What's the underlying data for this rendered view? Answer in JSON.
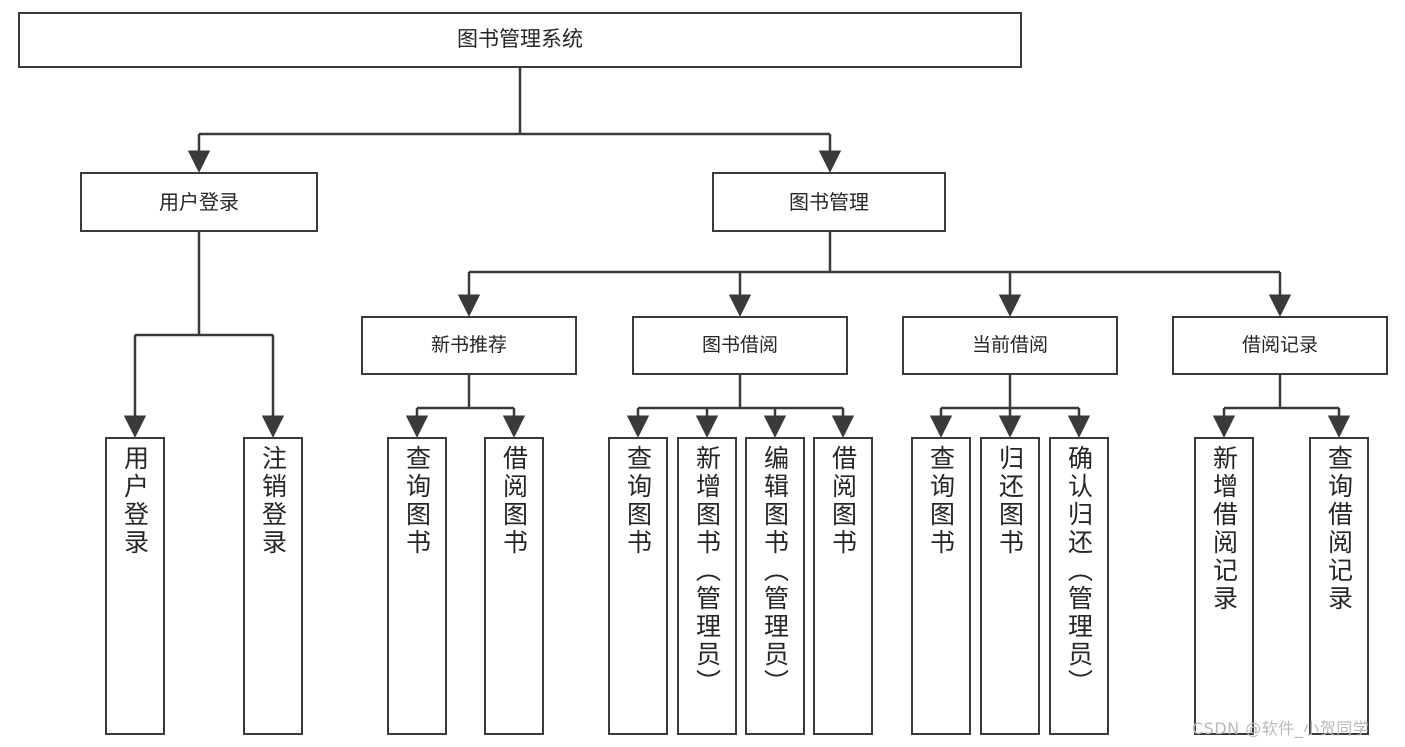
{
  "diagram": {
    "title": "图书管理系统",
    "type": "tree",
    "stroke_color": "#3a3a3a",
    "text_color": "#262626",
    "background_color": "#ffffff",
    "watermark": "CSDN @软件_小贺同学",
    "nodes": {
      "root": {
        "label": "图书管理系统"
      },
      "level1": [
        {
          "label": "用户登录"
        },
        {
          "label": "图书管理"
        }
      ],
      "level2": [
        {
          "label": "新书推荐"
        },
        {
          "label": "图书借阅"
        },
        {
          "label": "当前借阅"
        },
        {
          "label": "借阅记录"
        }
      ],
      "leaves": {
        "user_login": [
          {
            "label": "用户登录"
          },
          {
            "label": "注销登录"
          }
        ],
        "new_book_recommend": [
          {
            "label": "查询图书"
          },
          {
            "label": "借阅图书"
          }
        ],
        "book_borrow": [
          {
            "label": "查询图书"
          },
          {
            "label": "新增图书（管理员）"
          },
          {
            "label": "编辑图书（管理员）"
          },
          {
            "label": "借阅图书"
          }
        ],
        "current_borrow": [
          {
            "label": "查询图书"
          },
          {
            "label": "归还图书"
          },
          {
            "label": "确认归还（管理员）"
          }
        ],
        "borrow_record": [
          {
            "label": "新增借阅记录"
          },
          {
            "label": "查询借阅记录"
          }
        ]
      }
    }
  }
}
